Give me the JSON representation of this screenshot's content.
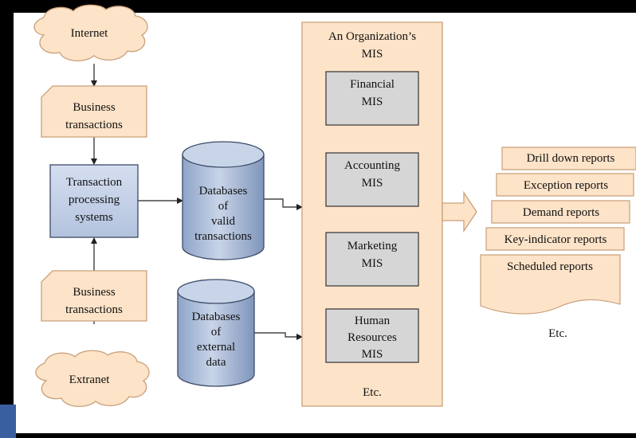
{
  "diagram": {
    "inputs": {
      "internet": "Internet",
      "extranet": "Extranet",
      "business_transactions_top": [
        "Business",
        "transactions"
      ],
      "business_transactions_bottom": [
        "Business",
        "transactions"
      ]
    },
    "tps": [
      "Transaction",
      "processing",
      "systems"
    ],
    "databases": {
      "valid": [
        "Databases",
        "of",
        "valid",
        "transactions"
      ],
      "external": [
        "Databases",
        "of",
        "external",
        "data"
      ]
    },
    "organization": {
      "title": [
        "An Organization’s",
        "MIS"
      ],
      "modules": [
        [
          "Financial",
          "MIS"
        ],
        [
          "Accounting",
          "MIS"
        ],
        [
          "Marketing",
          "MIS"
        ],
        [
          "Human",
          "Resources",
          "MIS"
        ]
      ],
      "etc": "Etc."
    },
    "reports": {
      "items": [
        "Drill down reports",
        "Exception reports",
        "Demand reports",
        "Key-indicator reports",
        "Scheduled reports"
      ],
      "etc": "Etc."
    },
    "colors": {
      "page_background": "#ffffff",
      "frame": "#000000",
      "peach_fill": "#fde3c8",
      "peach_stroke": "#c9a07a",
      "blue_fill": "#c5d3e8",
      "blue_stroke": "#3c4a66",
      "gray_fill": "#d6d6d6",
      "edge": "#222222"
    }
  }
}
